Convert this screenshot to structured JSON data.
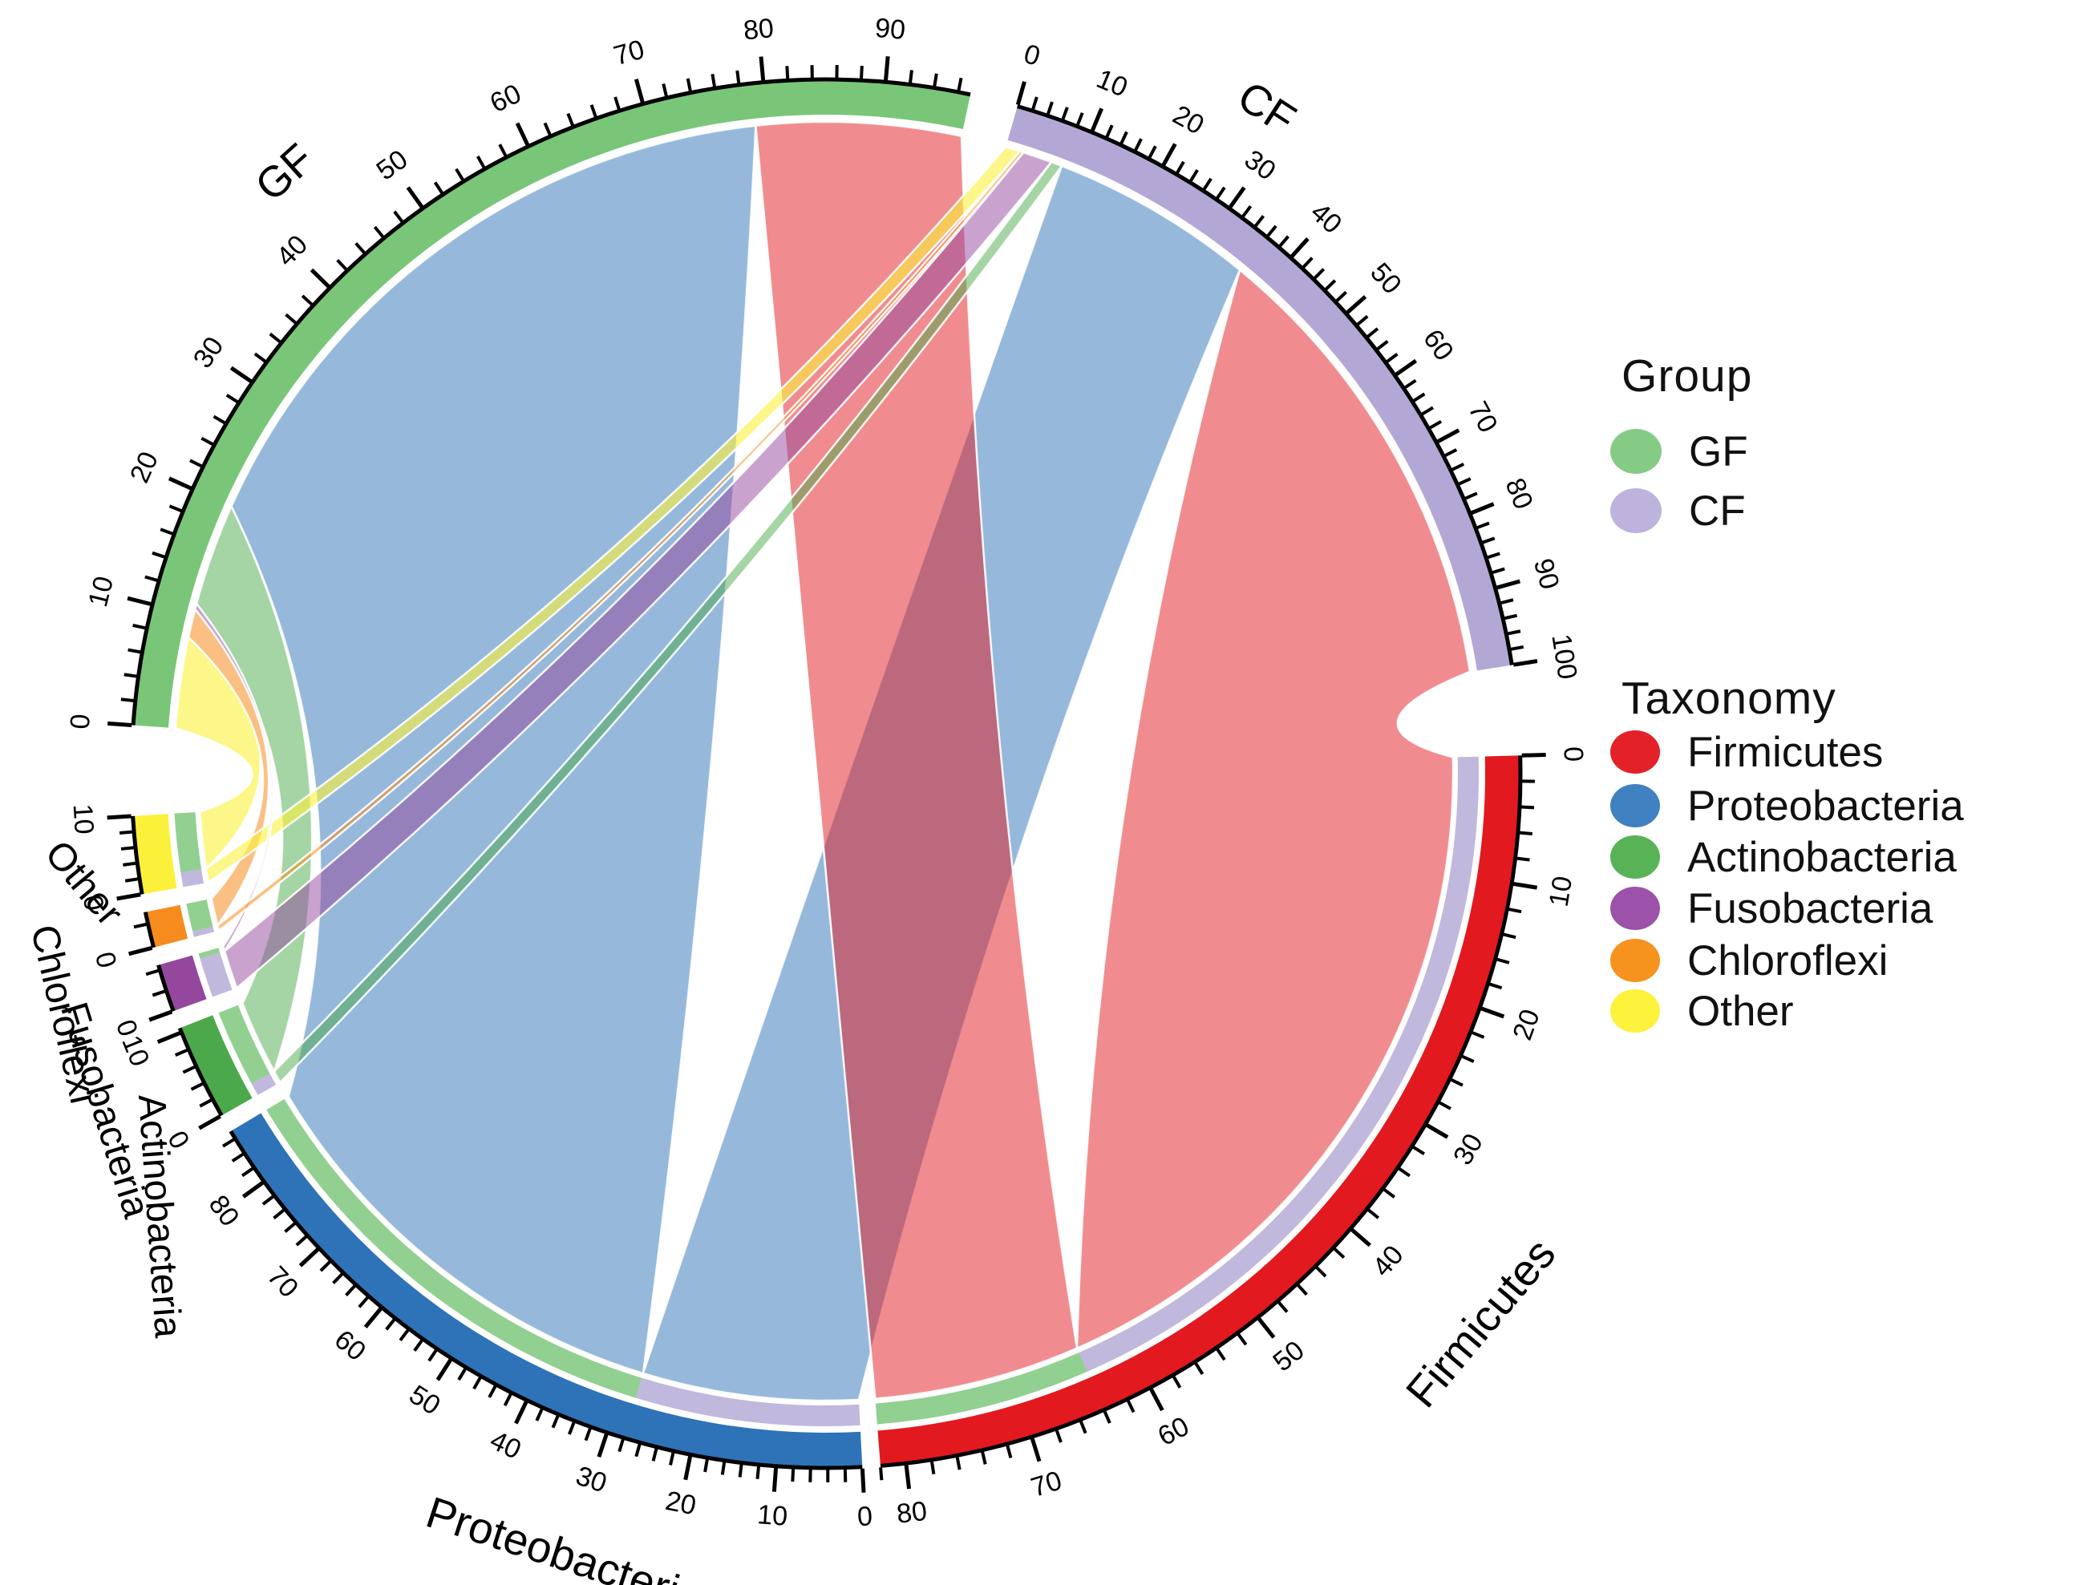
{
  "chart_data": {
    "type": "chord",
    "title": "",
    "groups": [
      "GF",
      "CF"
    ],
    "taxa": [
      "Firmicutes",
      "Proteobacteria",
      "Actinobacteria",
      "Fusobacteria",
      "Chloroflexi",
      "Other"
    ],
    "flows": [
      {
        "source": "GF",
        "target": "Other",
        "value": 8
      },
      {
        "source": "GF",
        "target": "Chloroflexi",
        "value": 2.5
      },
      {
        "source": "GF",
        "target": "Fusobacteria",
        "value": 0.5
      },
      {
        "source": "GF",
        "target": "Actinobacteria",
        "value": 9
      },
      {
        "source": "GF",
        "target": "Proteobacteria",
        "value": 59
      },
      {
        "source": "GF",
        "target": "Firmicutes",
        "value": 18
      },
      {
        "source": "CF",
        "target": "Other",
        "value": 2
      },
      {
        "source": "CF",
        "target": "Chloroflexi",
        "value": 0.5
      },
      {
        "source": "CF",
        "target": "Fusobacteria",
        "value": 4
      },
      {
        "source": "CF",
        "target": "Actinobacteria",
        "value": 1.5
      },
      {
        "source": "CF",
        "target": "Proteobacteria",
        "value": 28
      },
      {
        "source": "CF",
        "target": "Firmicutes",
        "value": 64
      }
    ],
    "sector_totals": {
      "GF": 97,
      "CF": 100,
      "Firmicutes": 82,
      "Proteobacteria": 87,
      "Actinobacteria": 10.5,
      "Fusobacteria": 4.5,
      "Chloroflexi": 3,
      "Other": 10
    },
    "axis": {
      "major_tick_step": 10,
      "minor_tick_step": 2,
      "max_labels": {
        "GF": 90,
        "CF": 100,
        "Firmicutes": 80,
        "Proteobacteria": 80,
        "Actinobacteria": 10,
        "Fusobacteria": 0,
        "Chloroflexi": 0,
        "Other": 10
      }
    },
    "colors": {
      "GF": "#79C679",
      "CF": "#B3A8D5",
      "Firmicutes": "#E2191F",
      "Proteobacteria": "#2E73B8",
      "Actinobacteria": "#4BA94B",
      "Fusobacteria": "#93489D",
      "Chloroflexi": "#F68C1E",
      "Other": "#FBF13B"
    },
    "ribbon_opacity": {
      "default": 0.5,
      "Other": 0.6,
      "Chloroflexi": 0.55
    },
    "layout": {
      "legend_position": "right",
      "sector_order": [
        "CF",
        "Firmicutes",
        "Proteobacteria",
        "Actinobacteria",
        "Fusobacteria",
        "Chloroflexi",
        "Other",
        "GF"
      ],
      "sectors": {
        "CF": {
          "start_deg": 16.0,
          "span_deg": 65.0
        },
        "Firmicutes": {
          "start_deg": 88.5,
          "span_deg": 87.0
        },
        "Proteobacteria": {
          "start_deg": 177.0,
          "span_deg": 62.0
        },
        "Actinobacteria": {
          "start_deg": 240.5,
          "span_deg": 8.0
        },
        "Fusobacteria": {
          "start_deg": 250.0,
          "span_deg": 4.0
        },
        "Chloroflexi": {
          "start_deg": 255.5,
          "span_deg": 3.0
        },
        "Other": {
          "start_deg": 260.0,
          "span_deg": 6.5
        },
        "GF": {
          "start_deg": 274.0,
          "span_deg": 98.0
        }
      },
      "group_flow_order": [
        "Other",
        "Chloroflexi",
        "Fusobacteria",
        "Actinobacteria",
        "Proteobacteria",
        "Firmicutes"
      ],
      "taxon_flow_order": [
        "CF",
        "GF"
      ],
      "sector_labels": {
        "GF": {
          "deg": 318.0,
          "r": 1005,
          "rot": -42,
          "fs": 54
        },
        "CF": {
          "deg": 33.5,
          "r": 992,
          "rot": 33,
          "fs": 54
        },
        "Firmicutes": {
          "deg": 130.0,
          "r": 1070,
          "rot": -50,
          "fs": 55
        },
        "Proteobacteria": {
          "deg": 198.5,
          "r": 1032,
          "rot": 18,
          "fs": 55
        },
        "Actinobacteria": {
          "deg": 236.5,
          "r": 1000,
          "rot": 86,
          "fs": 48
        },
        "Fusobacteria": {
          "deg": 245.0,
          "r": 995,
          "rot": 73,
          "fs": 48
        },
        "Chloroflexi": {
          "deg": 252.5,
          "r": 1000,
          "rot": 77,
          "fs": 48
        },
        "Other": {
          "deg": 261.5,
          "r": 938,
          "rot": 50,
          "fs": 48
        }
      }
    }
  },
  "legend": {
    "group_title": "Group",
    "taxonomy_title": "Taxonomy",
    "group_items": [
      {
        "label": "GF",
        "color": "#85CB86"
      },
      {
        "label": "CF",
        "color": "#BDB3DD"
      }
    ],
    "taxonomy_items": [
      {
        "label": "Firmicutes",
        "color": "#E32128"
      },
      {
        "label": "Proteobacteria",
        "color": "#3F81C1"
      },
      {
        "label": "Actinobacteria",
        "color": "#58B356"
      },
      {
        "label": "Fusobacteria",
        "color": "#9C52A8"
      },
      {
        "label": "Chloroflexi",
        "color": "#F6921E"
      },
      {
        "label": "Other",
        "color": "#FDF23C"
      }
    ]
  }
}
